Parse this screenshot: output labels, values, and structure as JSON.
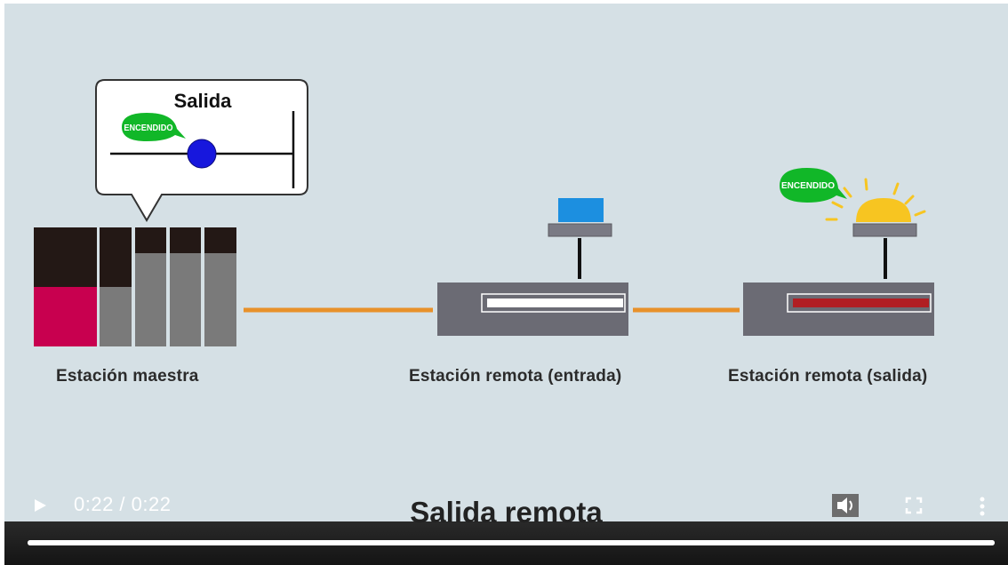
{
  "scene": {
    "bubble_title": "Salida",
    "on_tag_1": "ENCENDIDO",
    "on_tag_2": "ENCENDIDO",
    "master_label": "Estación maestra",
    "remote_input_label": "Estación remota (entrada)",
    "remote_output_label": "Estación remota (salida)",
    "caption": "Salida remota"
  },
  "player": {
    "time_display": "0:22 / 0:22",
    "progress": 1.0,
    "icons": {
      "play": "play-icon",
      "volume": "volume-icon",
      "fullscreen": "fullscreen-icon",
      "more": "more-options-icon"
    }
  },
  "colors": {
    "background": "#d5e0e5",
    "plc_dark": "#231815",
    "plc_red": "#c8004f",
    "module_gray": "#7a7a7a",
    "station_gray": "#6b6b74",
    "cable_orange": "#e8912a",
    "input_blue": "#1c8fe0",
    "lamp_yellow": "#f7c521",
    "output_red": "#b01e23",
    "tag_green": "#11b728",
    "output_dot_blue": "#1717dd"
  }
}
